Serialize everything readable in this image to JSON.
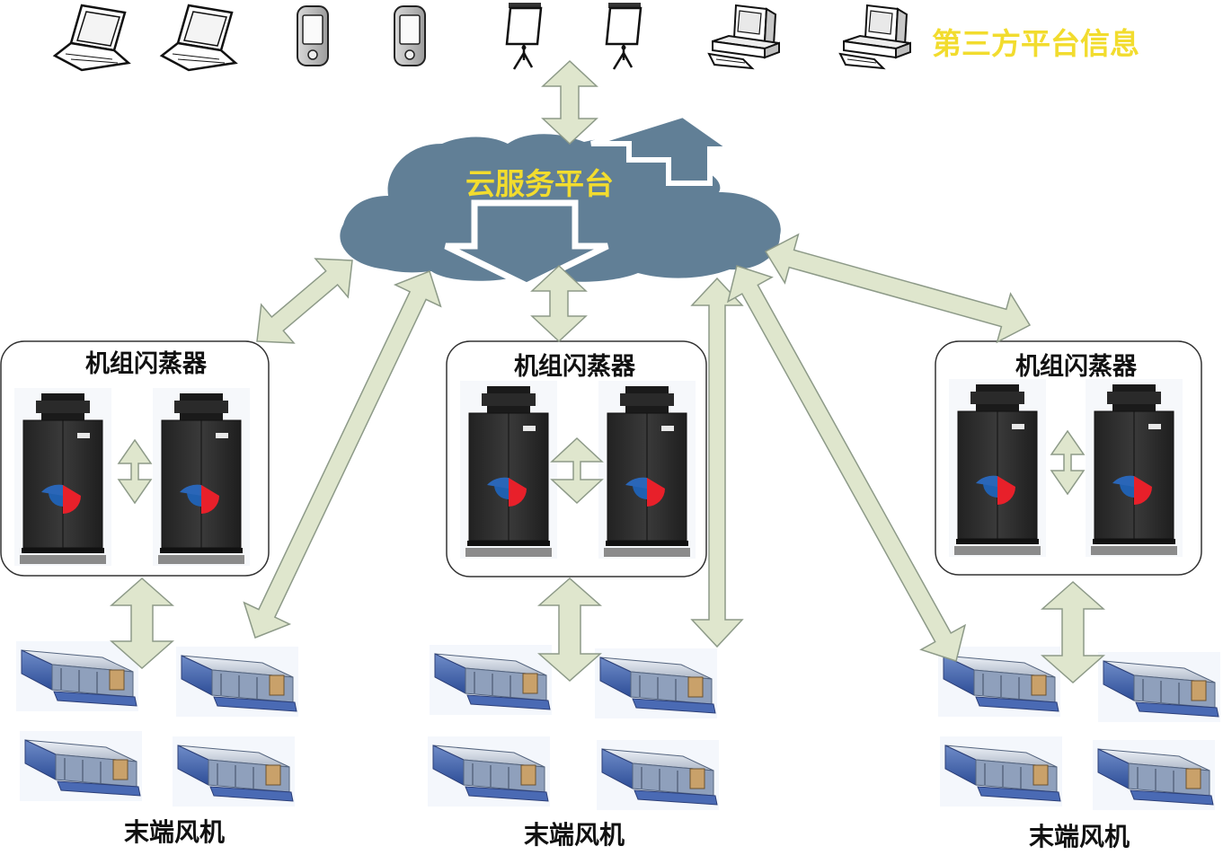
{
  "header": {
    "third_party_label": "第三方平台信息"
  },
  "cloud": {
    "label": "云服务平台"
  },
  "groups": [
    {
      "title": "机组闪蒸器",
      "fan_label": "末端风机"
    },
    {
      "title": "机组闪蒸器",
      "fan_label": "末端风机"
    },
    {
      "title": "机组闪蒸器",
      "fan_label": "末端风机"
    }
  ],
  "devices": [
    "laptop-icon",
    "laptop-icon",
    "pda-icon",
    "pda-icon",
    "projector-screen-icon",
    "projector-screen-icon",
    "desktop-pc-icon",
    "desktop-pc-icon"
  ],
  "colors": {
    "cloud": "#617f96",
    "arrow_fill": "#dfe6cd",
    "arrow_stroke": "#8d9a88",
    "label_yellow": "#f2dc2e",
    "unit_body": "#2b2b2b",
    "logo_blue": "#2060b0",
    "logo_red": "#e8202a",
    "fan_blue": "#3a5fb0"
  }
}
